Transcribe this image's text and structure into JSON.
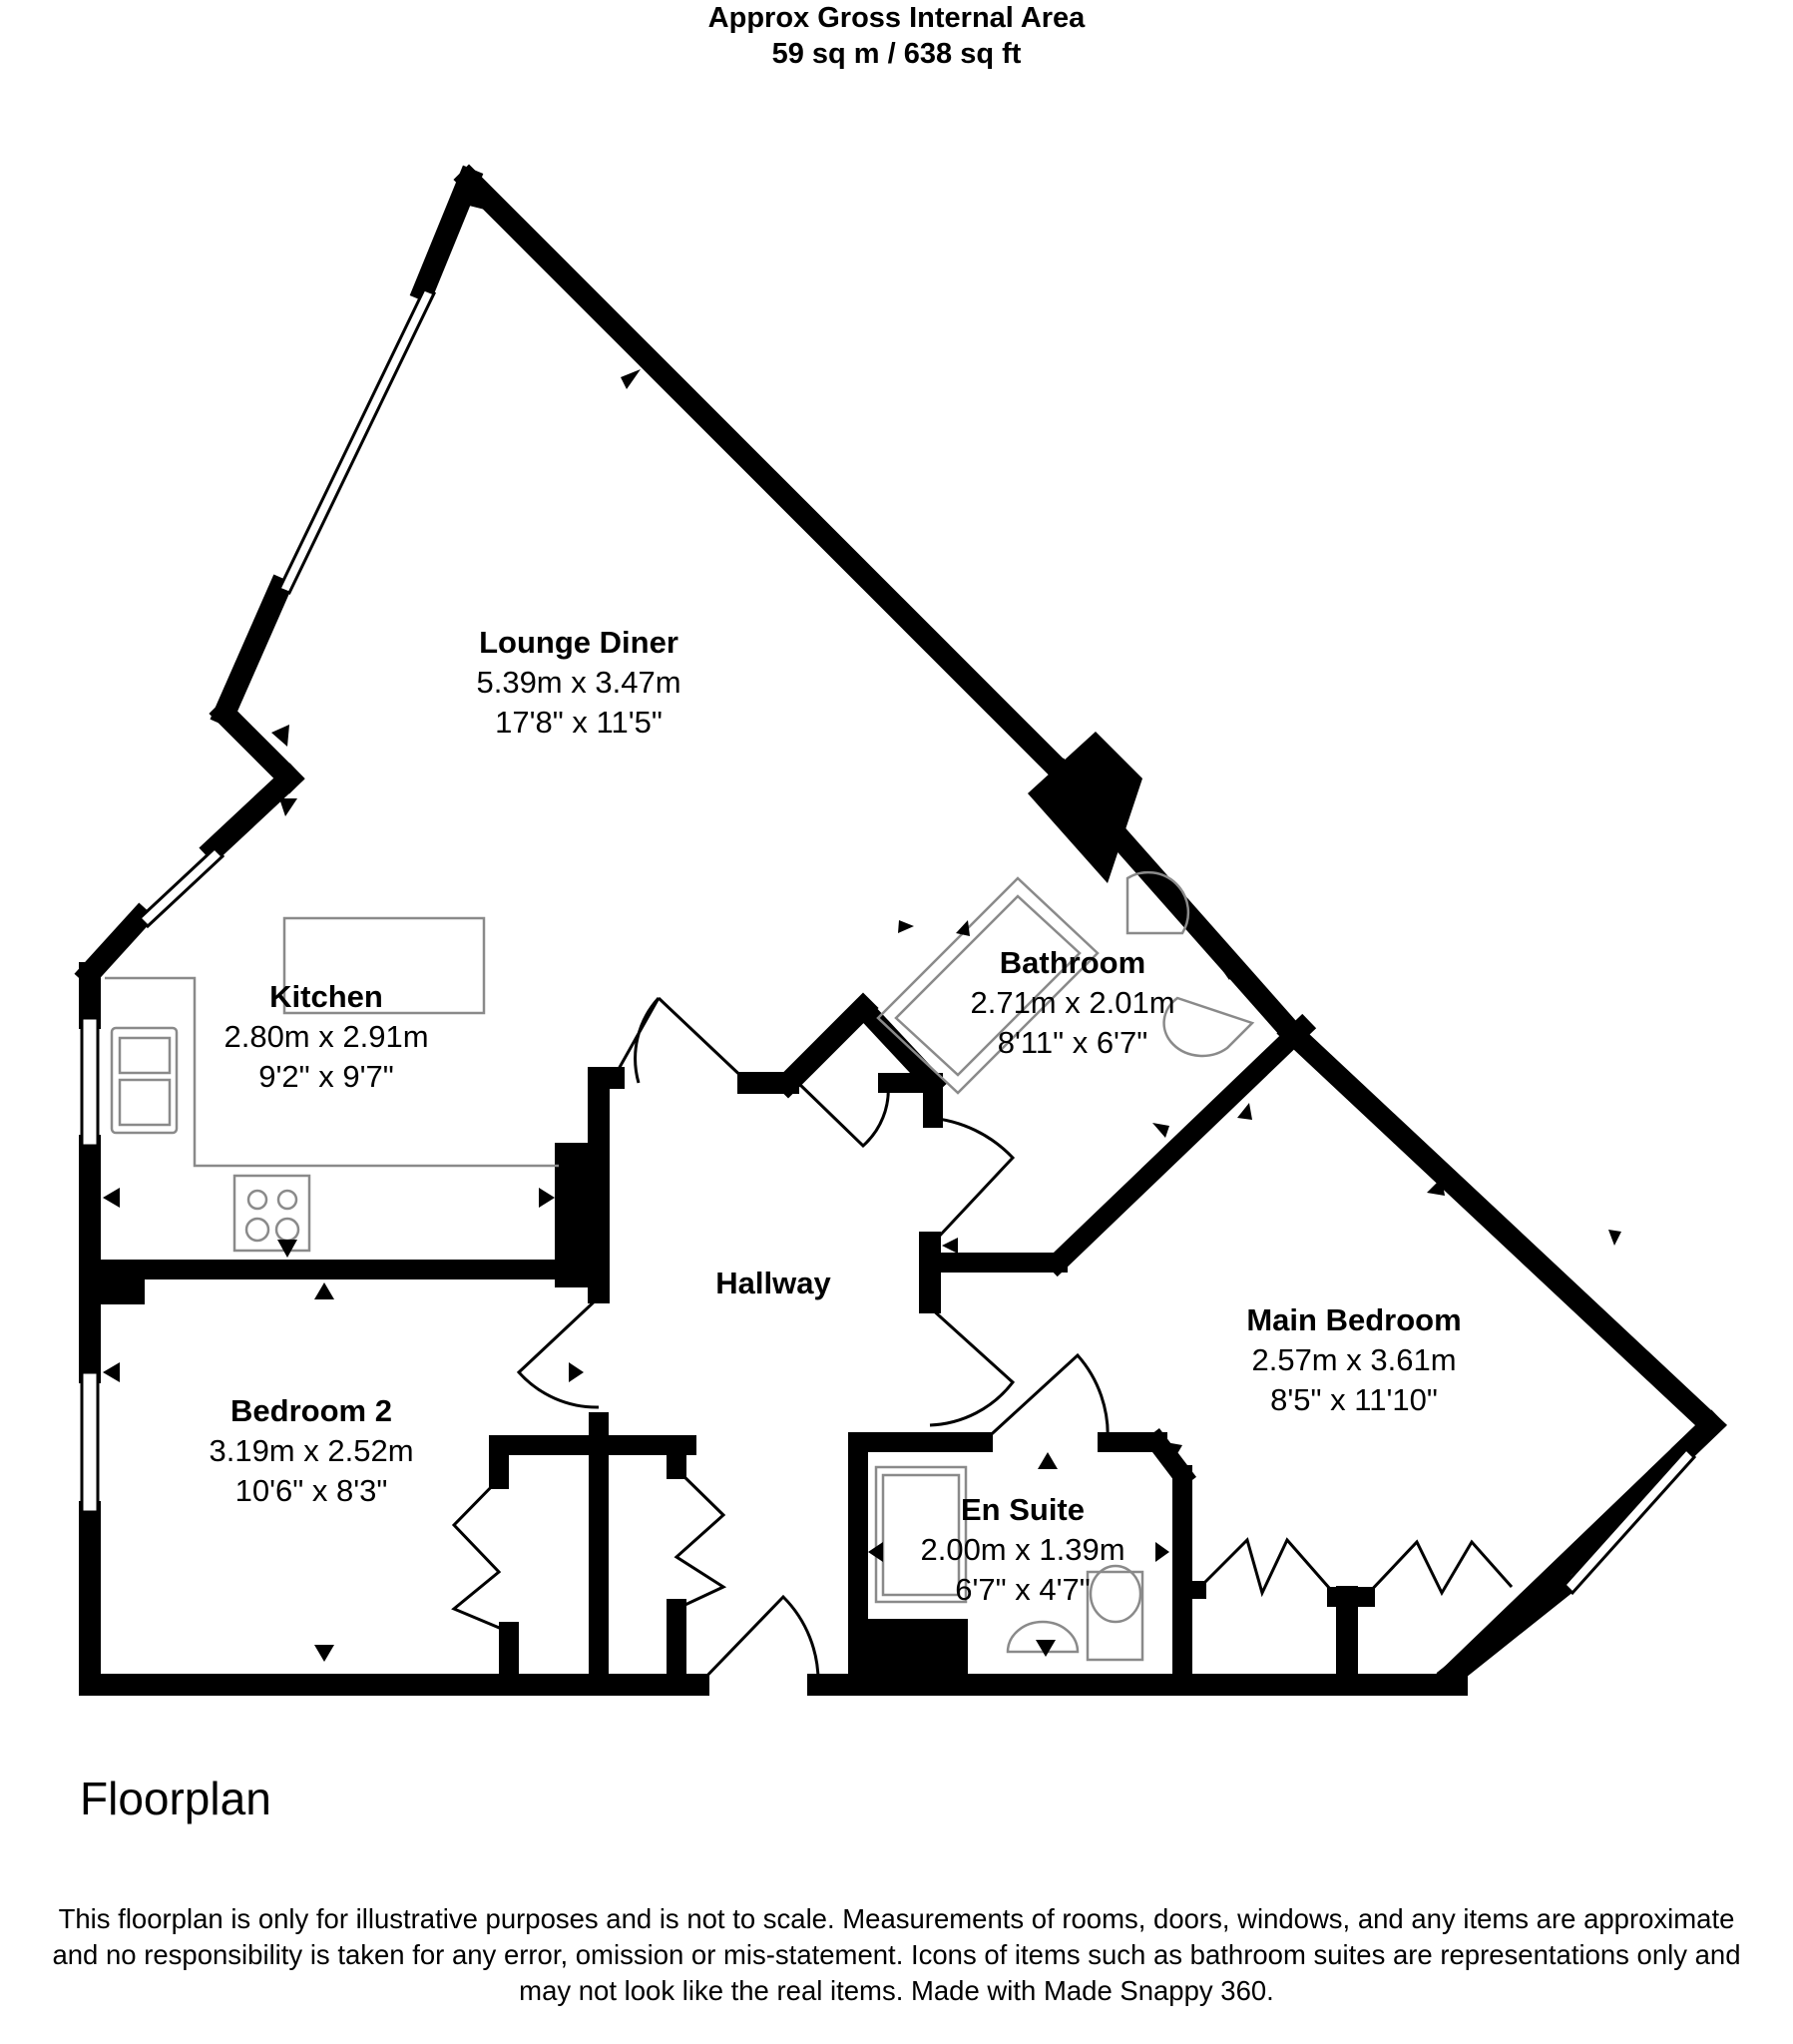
{
  "header": {
    "line1": "Approx Gross Internal Area",
    "line2": "59 sq m / 638 sq ft"
  },
  "rooms": {
    "lounge": {
      "name": "Lounge Diner",
      "metric": "5.39m x 3.47m",
      "imperial": "17'8\" x 11'5\""
    },
    "kitchen": {
      "name": "Kitchen",
      "metric": "2.80m x 2.91m",
      "imperial": "9'2\" x 9'7\""
    },
    "bathroom": {
      "name": "Bathroom",
      "metric": "2.71m x 2.01m",
      "imperial": "8'11\" x 6'7\""
    },
    "hallway": {
      "name": "Hallway"
    },
    "main_bedroom": {
      "name": "Main Bedroom",
      "metric": "2.57m x 3.61m",
      "imperial": "8'5\" x 11'10\""
    },
    "bedroom2": {
      "name": "Bedroom 2",
      "metric": "3.19m x 2.52m",
      "imperial": "10'6\" x 8'3\""
    },
    "en_suite": {
      "name": "En Suite",
      "metric": "2.00m x 1.39m",
      "imperial": "6'7\" x 4'7\""
    }
  },
  "caption": "Floorplan",
  "disclaimer": {
    "line1": "This floorplan is only for illustrative purposes and is not to scale. Measurements of rooms, doors, windows, and any items are approximate",
    "line2": "and no responsibility is taken for any error, omission or mis-statement. Icons of items such as bathroom suites are representations only and",
    "line3": "may not look like the real items. Made with Made Snappy 360."
  },
  "colors": {
    "wall": "#000000",
    "background": "#ffffff",
    "fixture": "#8a8a8a"
  }
}
